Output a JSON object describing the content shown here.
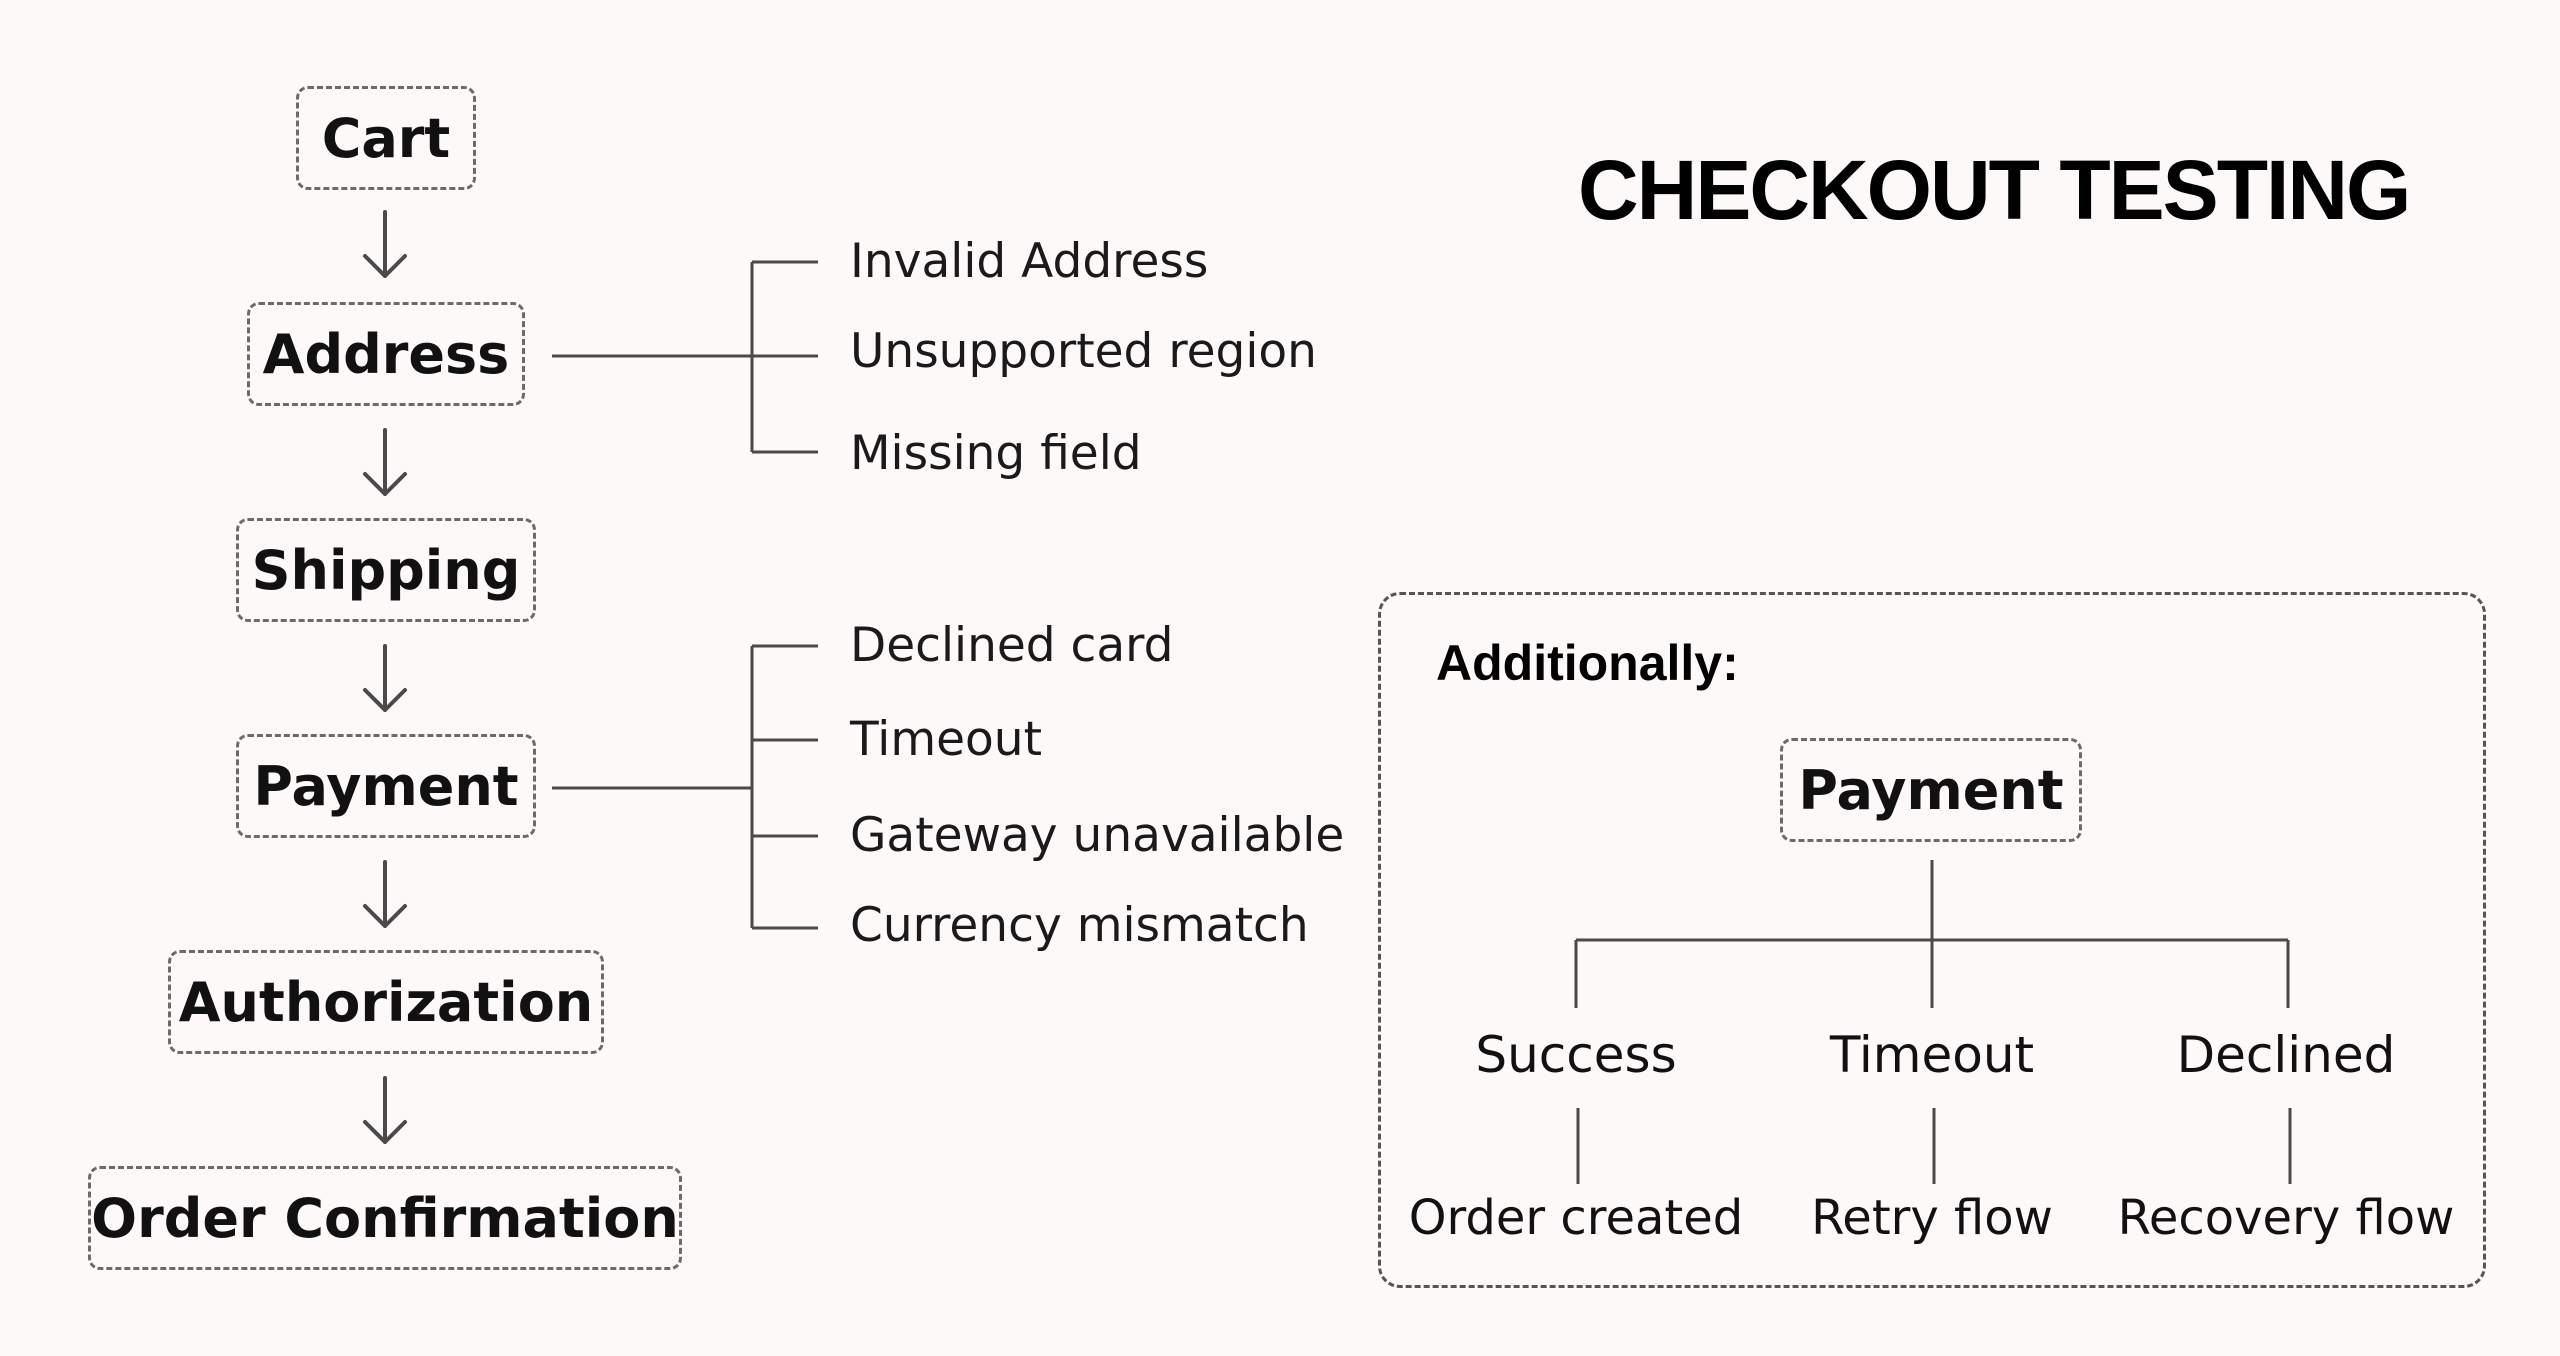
{
  "title": "CHECKOUT TESTING",
  "flow": {
    "steps": [
      "Cart",
      "Address",
      "Shipping",
      "Payment",
      "Authorization",
      "Order Confirmation"
    ]
  },
  "address_branches": [
    "Invalid Address",
    "Unsupported region",
    "Missing field"
  ],
  "payment_branches": [
    "Declined card",
    "Timeout",
    "Gateway unavailable",
    "Currency mismatch"
  ],
  "additional": {
    "label": "Additionally:",
    "root": "Payment",
    "children": [
      {
        "label": "Success",
        "outcome": "Order created"
      },
      {
        "label": "Timeout",
        "outcome": "Retry flow"
      },
      {
        "label": "Declined",
        "outcome": "Recovery flow"
      }
    ]
  },
  "colors": {
    "background": "#fcf9f8",
    "text": "#111111",
    "connector": "#4a4a4a",
    "dashed_border": "#6b6b6b"
  }
}
